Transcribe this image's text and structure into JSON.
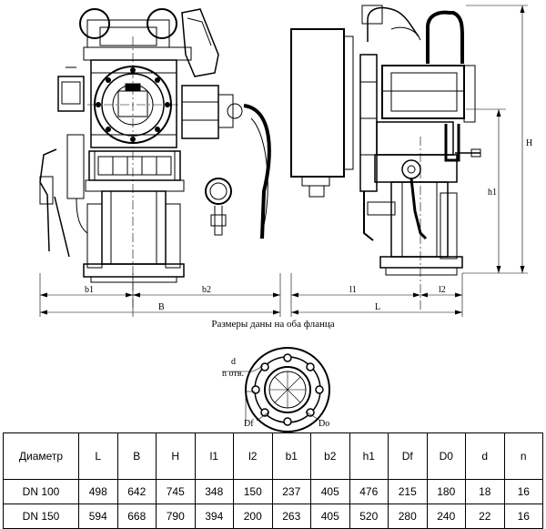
{
  "caption": "Размеры даны на оба фланца",
  "front_view": {
    "dim_b1": "b1",
    "dim_b2": "b2",
    "dim_B": "B"
  },
  "side_view": {
    "dim_l1": "l1",
    "dim_l2": "l2",
    "dim_L": "L",
    "dim_H": "H",
    "dim_h1": "h1"
  },
  "flange_view": {
    "d": "d",
    "n_otv": "n отв.",
    "Df": "Df",
    "Do": "Do"
  },
  "table": {
    "headers": [
      "Диаметр",
      "L",
      "B",
      "H",
      "l1",
      "l2",
      "b1",
      "b2",
      "h1",
      "Df",
      "D0",
      "d",
      "n"
    ],
    "rows": [
      [
        "DN 100",
        "498",
        "642",
        "745",
        "348",
        "150",
        "237",
        "405",
        "476",
        "215",
        "180",
        "18",
        "16"
      ],
      [
        "DN 150",
        "594",
        "668",
        "790",
        "394",
        "200",
        "263",
        "405",
        "520",
        "280",
        "240",
        "22",
        "16"
      ]
    ]
  }
}
